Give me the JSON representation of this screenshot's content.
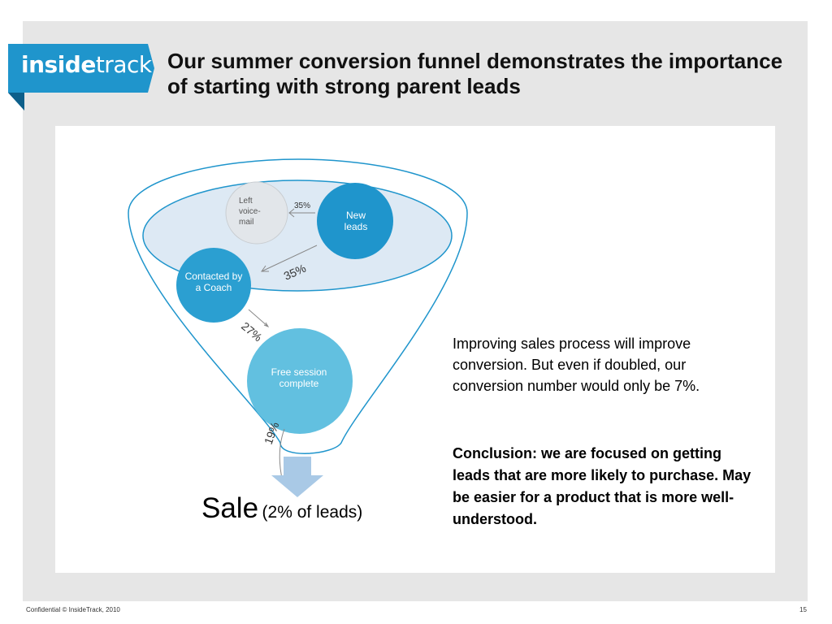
{
  "logo": {
    "part1": "inside",
    "part2": "track"
  },
  "title": "Our summer conversion funnel demonstrates the importance of starting with strong parent leads",
  "funnel": {
    "nodes": {
      "left_voicemail": "Left voice-mail",
      "new_leads": "New leads",
      "contacted": "Contacted by a Coach",
      "free_session": "Free session complete"
    },
    "rates": {
      "voicemail": "35%",
      "contacted": "35%",
      "free_session": "27%",
      "sale": "19%"
    },
    "sale": {
      "label": "Sale",
      "detail": "(2% of leads)"
    }
  },
  "body": {
    "paragraph": "Improving sales process will improve conversion. But even if doubled, our conversion number would only be 7%.",
    "conclusion": "Conclusion: we are focused on getting leads that are more likely to purchase.  May be easier for a product that is more well-understood."
  },
  "footer": {
    "confidential": "Confidential   © InsideTrack, 2010",
    "page": "15"
  },
  "colors": {
    "brand_blue": "#1f95cc",
    "funnel_outline": "#1f95cc",
    "light_circle": "#62c0e0",
    "arrow": "#a9c9e6"
  }
}
